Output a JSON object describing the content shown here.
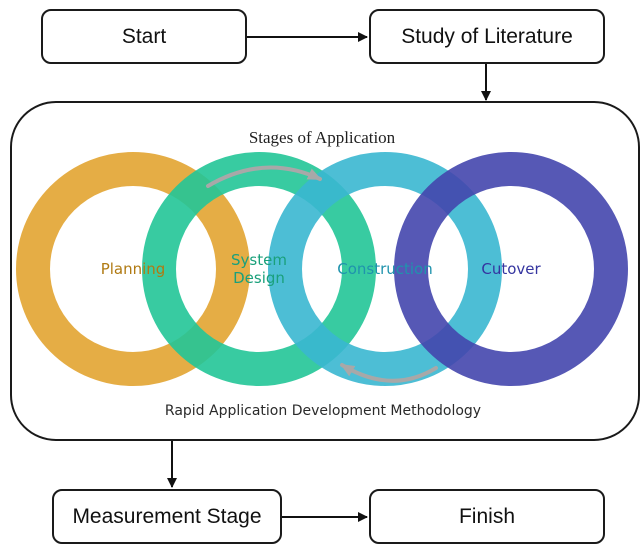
{
  "flow": {
    "start": "Start",
    "study": "Study of Literature",
    "measurement": "Measurement Stage",
    "finish": "Finish"
  },
  "rad": {
    "title": "Stages of Application",
    "stages": [
      {
        "label_lines": [
          "Planning"
        ],
        "color": "#e2a431",
        "text_color": "#b07a12"
      },
      {
        "label_lines": [
          "System",
          "Design"
        ],
        "color": "#22c597",
        "text_color": "#1aa07b"
      },
      {
        "label_lines": [
          "Construction"
        ],
        "color": "#3ab7d0",
        "text_color": "#1f93ad"
      },
      {
        "label_lines": [
          "Cutover"
        ],
        "color": "#4446ad",
        "text_color": "#3535a0"
      }
    ],
    "caption": "Rapid Application Development Methodology",
    "cycle_arrow_color": "#a8a8a8"
  }
}
